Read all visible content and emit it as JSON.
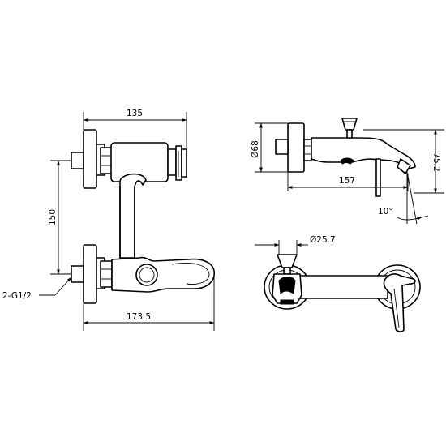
{
  "dimensions": {
    "width_top": "135",
    "height_left": "150",
    "thread": "2-G1/2",
    "width_bottom": "173.5",
    "diameter_side": "Ø68",
    "length_side": "157",
    "spout_angle": "10°",
    "height_side": "75.2",
    "diameter_front": "Ø25.7"
  }
}
